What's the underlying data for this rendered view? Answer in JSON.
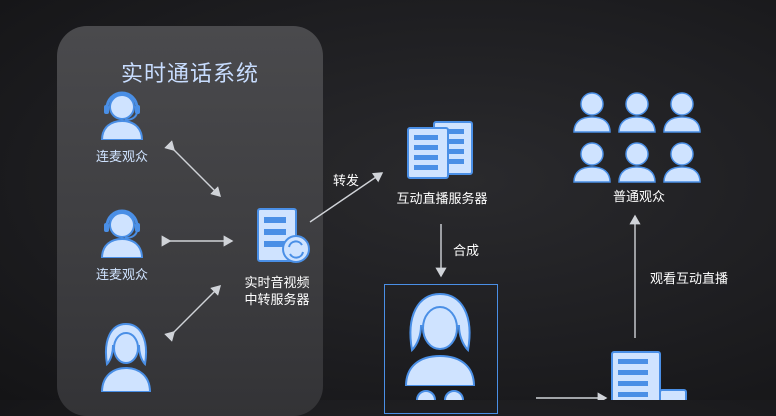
{
  "system_title": "实时通话系统",
  "nodes": {
    "audience1": "连麦观众",
    "audience2": "连麦观众",
    "relay_line1": "实时音视频",
    "relay_line2": "中转服务器",
    "interactive_server": "互动直播服务器",
    "regular_audience": "普通观众"
  },
  "edge_labels": {
    "forward": "转发",
    "merge": "合成",
    "watch_live": "观看互动直播"
  },
  "colors": {
    "accent_blue": "#4a8fe6",
    "light_blue": "#cfe3ff",
    "arrow": "#d0d3d8"
  }
}
